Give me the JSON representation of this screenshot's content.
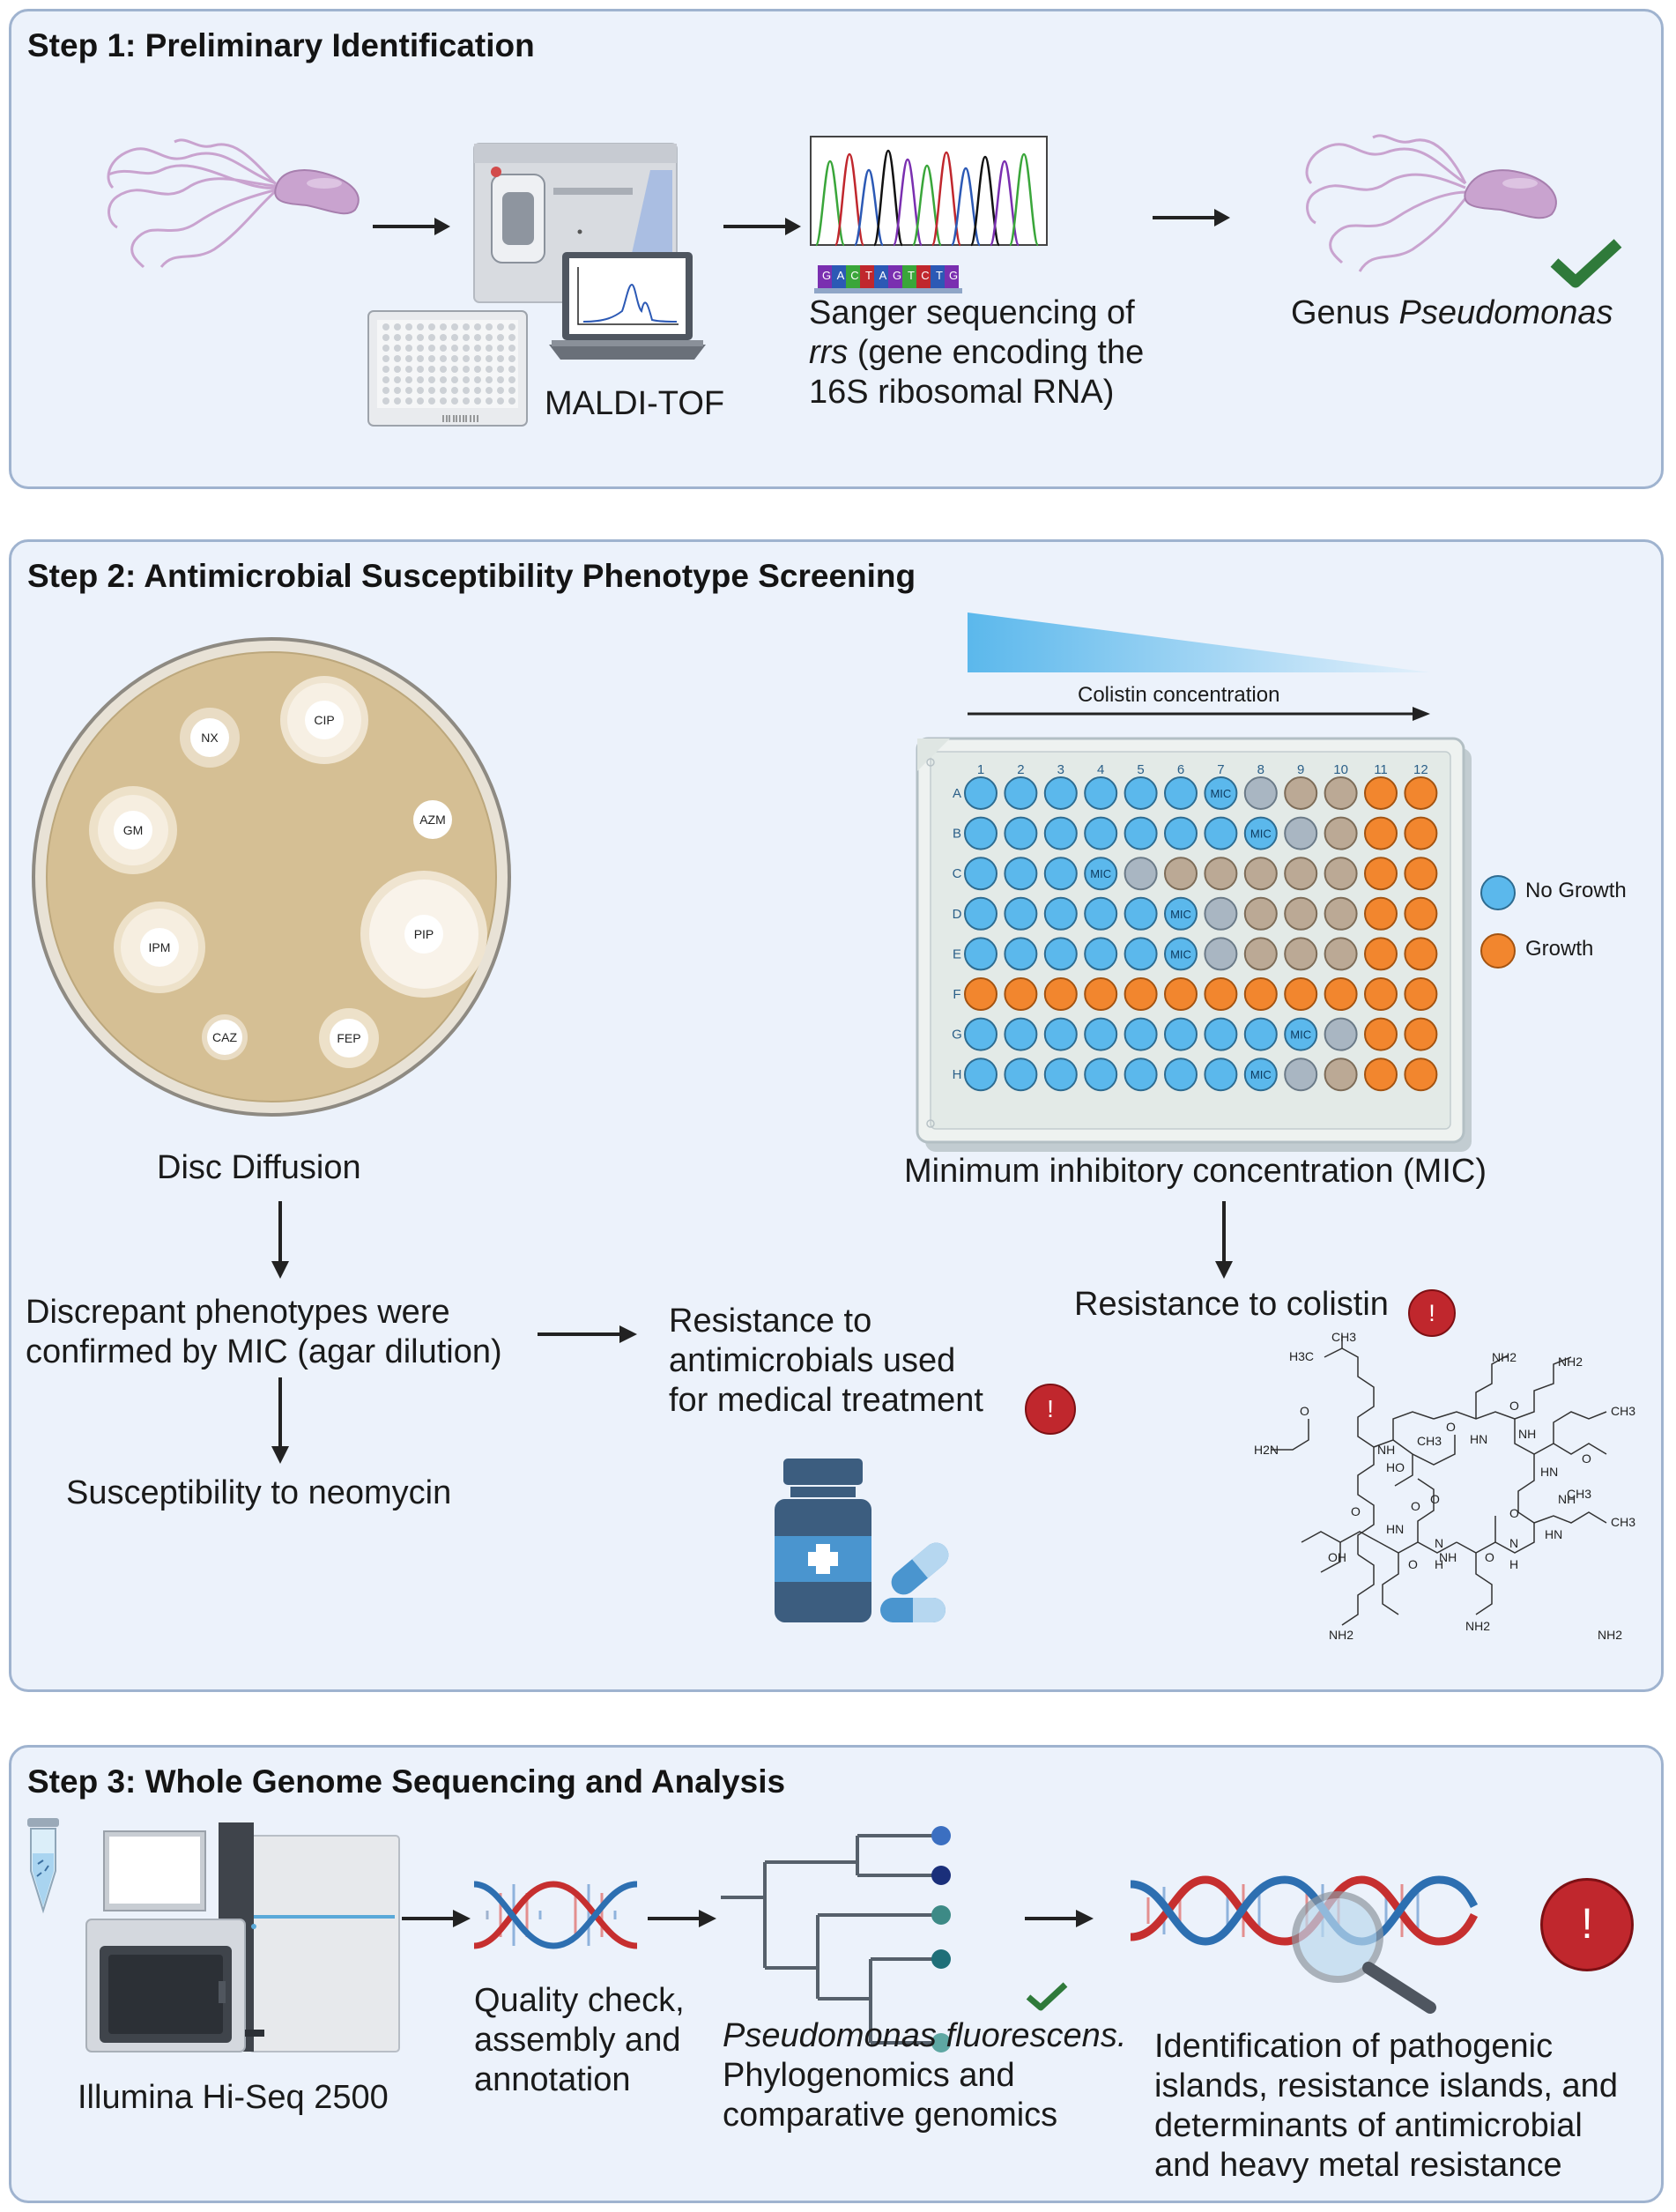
{
  "step1": {
    "title": "Step 1: Preliminary Identification",
    "maldi_label": "MALDI-TOF",
    "sanger_line1": "Sanger sequencing of",
    "sanger_line2_italic": "rrs",
    "sanger_line2_rest": " (gene encoding the",
    "sanger_line3": "16S ribosomal RNA)",
    "genus_prefix": "Genus ",
    "genus_italic": "Pseudomonas",
    "sequence_bases": [
      "G",
      "A",
      "C",
      "T",
      "A",
      "G",
      "T",
      "C",
      "T",
      "G"
    ]
  },
  "step2": {
    "title": "Step 2: Antimicrobial Susceptibility Phenotype Screening",
    "gradient_label": "Colistin concentration",
    "discs": [
      "NX",
      "CIP",
      "GM",
      "AZM",
      "IPM",
      "PIP",
      "CAZ",
      "FEP"
    ],
    "disc_diffusion": "Disc Diffusion",
    "mic_caption": "Minimum inhibitory concentration (MIC)",
    "discrepant_line1": "Discrepant phenotypes were",
    "discrepant_line2": "confirmed by MIC (agar dilution)",
    "susceptibility": "Susceptibility to neomycin",
    "resistance_treat_line1": "Resistance to",
    "resistance_treat_line2": "antimicrobials used",
    "resistance_treat_line3": "for medical treatment",
    "resistance_colistin": "Resistance to colistin",
    "alert_mark": "!",
    "plate": {
      "columns": [
        "1",
        "2",
        "3",
        "4",
        "5",
        "6",
        "7",
        "8",
        "9",
        "10",
        "11",
        "12"
      ],
      "rows": [
        "A",
        "B",
        "C",
        "D",
        "E",
        "F",
        "G",
        "H"
      ],
      "mic_label": "MIC",
      "wells": [
        "NNNNNNMDBBGG",
        "NNNNNNNMDBGG",
        "NNNMDBBBBBGG",
        "NNNNNMDBBBGG",
        "NNNNNMDBBBGG",
        "GGGGGGGGGGGG",
        "NNNNNNNNMDGG",
        "NNNNNNNMDBGG"
      ],
      "colors": {
        "no_growth": "#5bb8ec",
        "growth": "#f2862e",
        "dim": "#a9b6c2",
        "brownish": "#bba995"
      }
    },
    "legend": {
      "no_growth": "No Growth",
      "growth": "Growth"
    },
    "chem_labels": [
      "CH3",
      "H3C",
      "NH2",
      "NH2",
      "H2N",
      "O",
      "NH",
      "CH3",
      "HO",
      "O",
      "HN",
      "NH",
      "O",
      "O",
      "CH3",
      "HN",
      "O",
      "O",
      "CH3",
      "NH2",
      "OH",
      "HN",
      "NH",
      "HN",
      "O",
      "O",
      "NH2",
      "NH2",
      "NH",
      "CH3",
      "O",
      "N",
      "H",
      "N",
      "H",
      "O"
    ]
  },
  "step3": {
    "title": "Step 3: Whole Genome Sequencing and Analysis",
    "illumina": "Illumina Hi-Seq 2500",
    "qc_line1": "Quality check,",
    "qc_line2": "assembly and",
    "qc_line3": "annotation",
    "phylo_italic": "Pseudomonas fluorescens.",
    "phylo_line2": "Phylogenomics and",
    "phylo_line3": "comparative genomics",
    "ident_line1": "Identification of pathogenic",
    "ident_line2": "islands, resistance islands, and",
    "ident_line3": "determinants of antimicrobial",
    "ident_line4": "and heavy metal resistance",
    "alert_mark": "!"
  },
  "colors": {
    "panel_bg": "#ecf2fb",
    "panel_border": "#9fb3cf",
    "bacteria": "#c9a3cf",
    "check": "#2f7a3a",
    "alert": "#c0272d",
    "dish": "#d5bf94",
    "dna_red": "#c62f2f",
    "dna_blue": "#2d6fb1"
  }
}
